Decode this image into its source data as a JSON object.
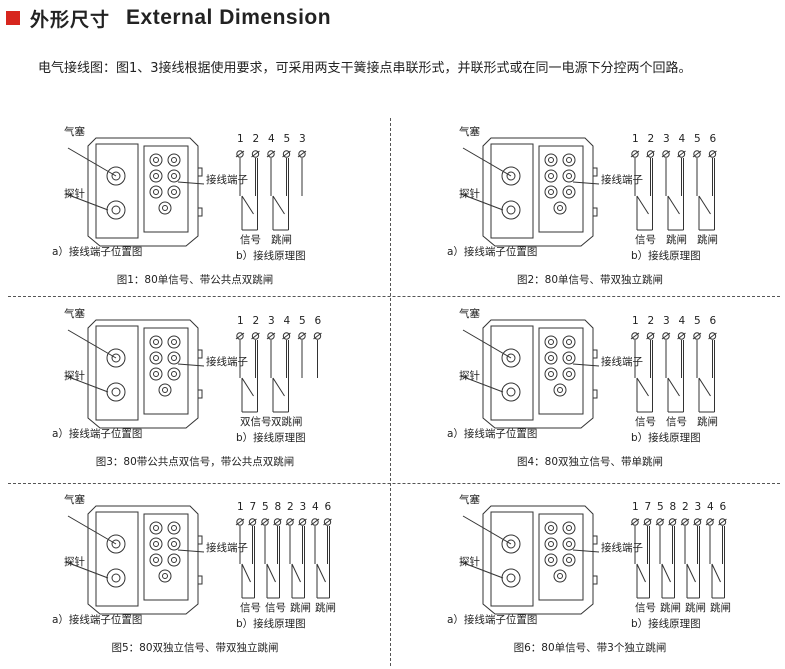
{
  "header": {
    "title_cn": "外形尺寸",
    "title_en": "External Dimension",
    "accent": "#d7261e"
  },
  "intro": "电气接线图：图1、3接线根据使用要求，可采用两支干簧接点串联形式，并联形式或在同一电源下分控两个回路。",
  "common": {
    "plug": "气塞",
    "probe": "探针",
    "terminal": "接线端子",
    "position": "a）接线端子位置图",
    "principle": "b）接线原理图"
  },
  "figures": [
    {
      "caption": "图1：80单信号、带公共点双跳闸",
      "terminals": [
        "1",
        "2",
        "4",
        "5",
        "3"
      ],
      "labels": [
        "信号",
        "跳闸"
      ]
    },
    {
      "caption": "图2：80单信号、带双独立跳闸",
      "terminals": [
        "1",
        "2",
        "3",
        "4",
        "5",
        "6"
      ],
      "labels": [
        "信号",
        "跳闸",
        "跳闸"
      ]
    },
    {
      "caption": "图3：80带公共点双信号，带公共点双跳闸",
      "terminals": [
        "1",
        "2",
        "3",
        "4",
        "5",
        "6"
      ],
      "labels": [
        "双信号",
        "双跳闸"
      ]
    },
    {
      "caption": "图4：80双独立信号、带单跳闸",
      "terminals": [
        "1",
        "2",
        "3",
        "4",
        "5",
        "6"
      ],
      "labels": [
        "信号",
        "信号",
        "跳闸"
      ]
    },
    {
      "caption": "图5：80双独立信号、带双独立跳闸",
      "terminals": [
        "1",
        "7",
        "5",
        "8",
        "2",
        "3",
        "4",
        "6"
      ],
      "labels": [
        "信号",
        "信号",
        "跳闸",
        "跳闸"
      ]
    },
    {
      "caption": "图6：80单信号、带3个独立跳闸",
      "terminals": [
        "1",
        "7",
        "5",
        "8",
        "2",
        "3",
        "4",
        "6"
      ],
      "labels": [
        "信号",
        "跳闸",
        "跳闸",
        "跳闸"
      ]
    }
  ]
}
